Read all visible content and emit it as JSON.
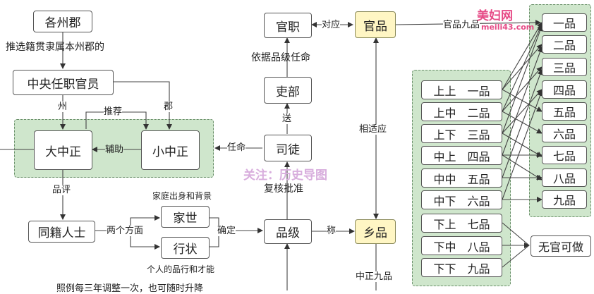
{
  "nodes": {
    "gezhoujun": "各州郡",
    "zhongyang": "中央任职官员",
    "dazhongzheng": "大中正",
    "xiaozhongzheng": "小中正",
    "tongji": "同籍人士",
    "jiashi": "家世",
    "xingzhuang": "行状",
    "pinji": "品级",
    "situ": "司徒",
    "libu": "吏部",
    "guanzhi": "官职",
    "guanpin": "官品",
    "xiangpin": "乡品",
    "wuguan": "无官可做"
  },
  "labels": {
    "tuixuan": "推选籍贯隶属本州郡的",
    "zhou": "州",
    "jun": "郡",
    "tuijian": "推荐",
    "fuzhu": "辅助",
    "renming": "任命",
    "pinping": "品评",
    "liangge": "两个方面",
    "jiating": "家庭出身和背景",
    "geren": "个人的品行和才能",
    "queding": "确定",
    "cheng": "称",
    "fuhe": "复核批准",
    "song": "送",
    "yiju": "依据品级任命",
    "duiying": "对应",
    "guanpin9": "官品九品",
    "xiangshiying": "相适应",
    "zhongzheng9": "中正九品",
    "bottom_cut": "照例每三年调整一次，也可随时升降"
  },
  "xiang_ranks": [
    "上上　一品",
    "上中　二品",
    "上下　三品",
    "中上　四品",
    "中中　五品",
    "中下　六品",
    "下上　七品",
    "下中　八品",
    "下下　九品"
  ],
  "guan_ranks": [
    "一品",
    "二品",
    "三品",
    "四品",
    "五品",
    "六品",
    "七品",
    "八品",
    "九品"
  ],
  "watermarks": {
    "follow": "关注：历史导图",
    "site": "美妇网",
    "site_url": "meili43.com"
  }
}
